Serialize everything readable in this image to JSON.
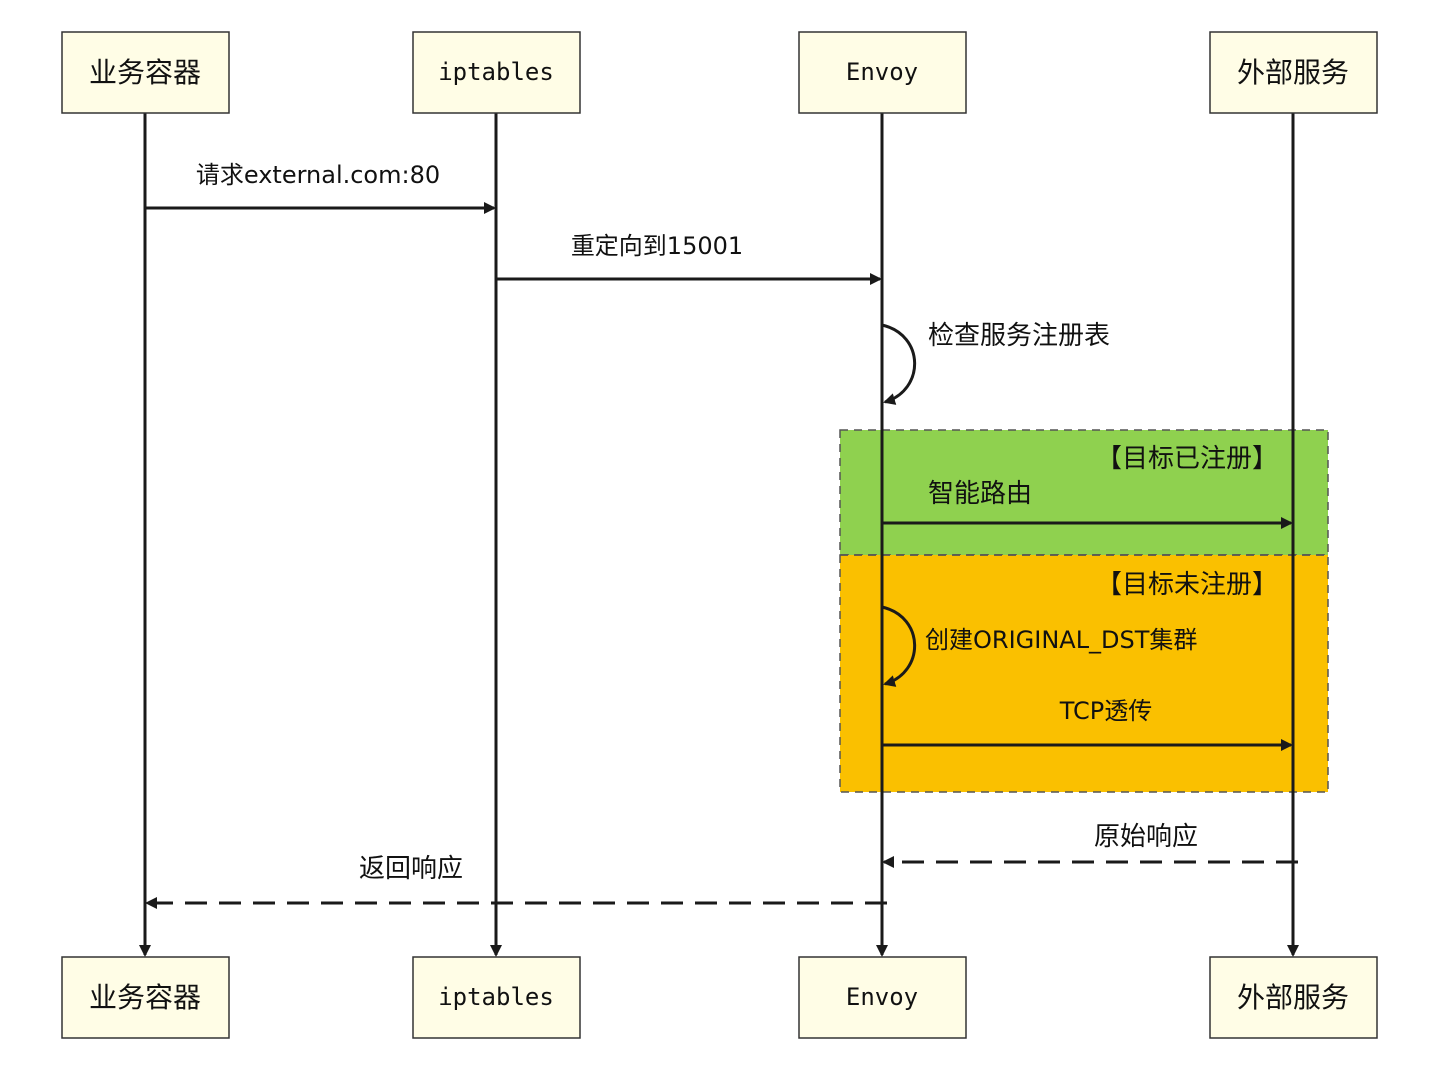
{
  "participants": [
    {
      "id": "app",
      "label": "业务容器"
    },
    {
      "id": "ipt",
      "label": "iptables"
    },
    {
      "id": "envoy",
      "label": "Envoy"
    },
    {
      "id": "ext",
      "label": "外部服务"
    }
  ],
  "messages": {
    "request": "请求external.com:80",
    "redirect": "重定向到15001",
    "check_registry": "检查服务注册表",
    "smart_route": "智能路由",
    "create_cluster": "创建ORIGINAL_DST集群",
    "tcp_passthrough": "TCP透传",
    "raw_response": "原始响应",
    "return_response": "返回响应"
  },
  "blocks": {
    "registered": {
      "label": "【目标已注册】",
      "color": "#8fd14f"
    },
    "unregistered": {
      "label": "【目标未注册】",
      "color": "#fac000"
    }
  },
  "colors": {
    "actor_fill": "#fffde6",
    "line": "#1a1a1a"
  }
}
